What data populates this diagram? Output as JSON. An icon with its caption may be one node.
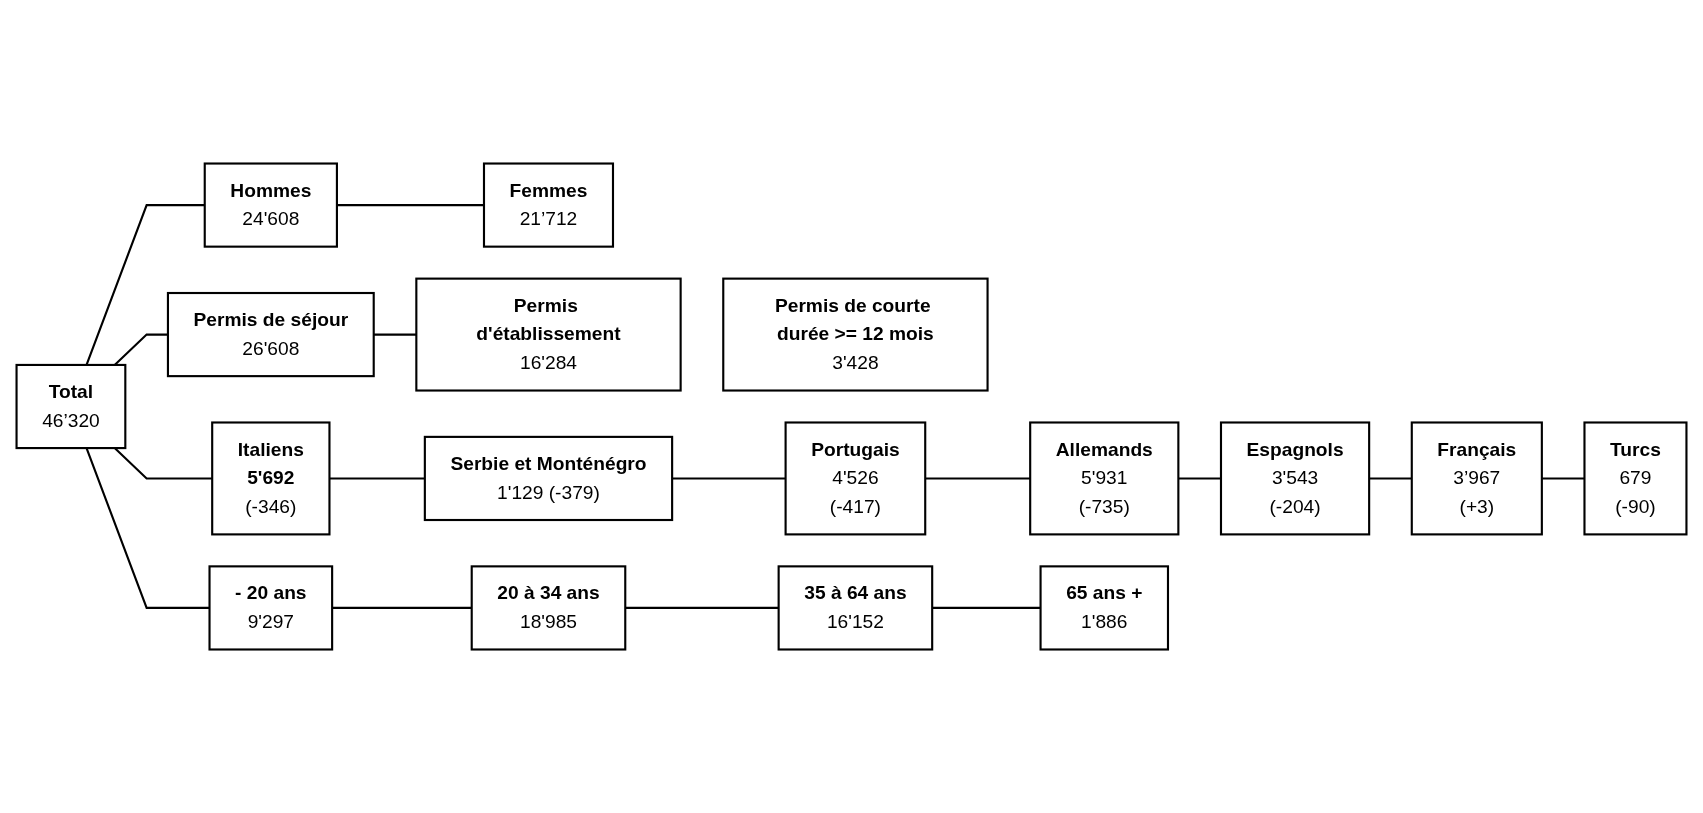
{
  "diagram": {
    "nodes": [
      {
        "text": [
          "Total",
          "46’320"
        ]
      },
      {
        "text": [
          "Hommes",
          "24'608"
        ]
      },
      {
        "text": [
          "Femmes",
          "21’712"
        ]
      },
      {
        "text": [
          "Permis de séjour",
          "26'608"
        ]
      },
      {
        "text": [
          "Permis d'établissement",
          "16'284"
        ]
      },
      {
        "text": [
          "Permis de courte durée >= 12 mois",
          "3'428"
        ]
      },
      {
        "text": [
          "Italiens",
          "5'692",
          "(-346)"
        ]
      },
      {
        "text": [
          "Serbie et Monténégro",
          "1'129 (-379)"
        ]
      },
      {
        "text": [
          "Portugais",
          "4'526",
          "(-417)"
        ]
      },
      {
        "text": [
          "Allemands",
          "5'931",
          "(-735)"
        ]
      },
      {
        "text": [
          "Espagnols",
          "3'543",
          "(-204)"
        ]
      },
      {
        "text": [
          "Français",
          "3’967",
          "(+3)"
        ]
      },
      {
        "text": [
          "Turcs",
          "679",
          "(-90)"
        ]
      },
      {
        "text": [
          "- 20 ans",
          "9'297"
        ]
      },
      {
        "text": [
          "20 à 34 ans",
          "18'985"
        ]
      },
      {
        "text": [
          "35 à 64 ans",
          "16'152"
        ]
      },
      {
        "text": [
          "65 ans +",
          "1'886"
        ]
      }
    ],
    "edges": [
      {
        "from": 0,
        "to": 1,
        "arrow": "none"
      },
      {
        "from": 1,
        "to": 2,
        "arrow": "none"
      },
      {
        "from": 0,
        "to": 3,
        "arrow": "none"
      },
      {
        "from": 3,
        "to": 4,
        "arrow": "none"
      },
      {
        "from": 0,
        "to": 6,
        "arrow": "none"
      },
      {
        "from": 6,
        "to": 7,
        "arrow": "none"
      },
      {
        "from": 7,
        "to": 8,
        "arrow": "none"
      },
      {
        "from": 8,
        "to": 9,
        "arrow": "none"
      },
      {
        "from": 9,
        "to": 10,
        "arrow": "none"
      },
      {
        "from": 10,
        "to": 11,
        "arrow": "none"
      },
      {
        "from": 11,
        "to": 12,
        "arrow": "none"
      },
      {
        "from": 0,
        "to": 13,
        "arrow": "none"
      },
      {
        "from": 13,
        "to": 14,
        "arrow": "none"
      },
      {
        "from": 14,
        "to": 15,
        "arrow": "none"
      },
      {
        "from": 15,
        "to": 16,
        "arrow": "none"
      }
    ]
  }
}
